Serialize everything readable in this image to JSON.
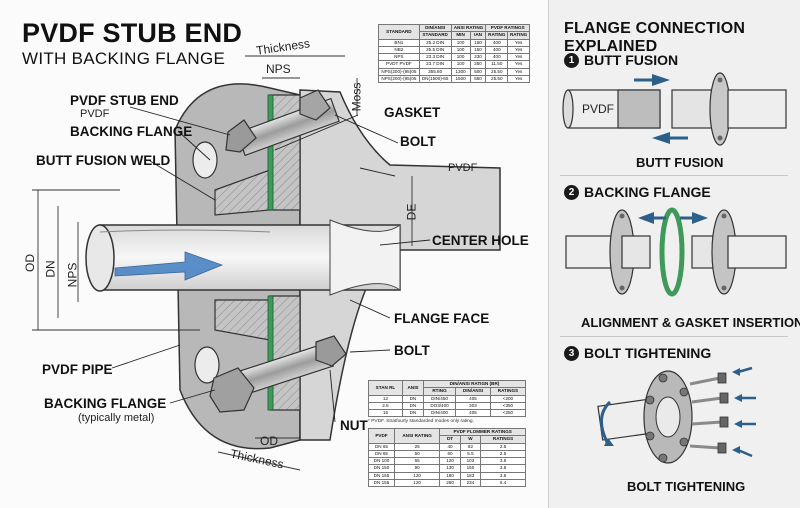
{
  "title": "PVDF STUB END",
  "subtitle": "WITH BACKING FLANGE",
  "labels": {
    "stub_end": "PVDF STUB END",
    "stub_end_sub": "PVDF",
    "backing_flange": "BACKING FLANGE",
    "butt_fusion_weld": "BUTT FUSION WELD",
    "pvdf_pipe": "PVDF PIPE",
    "backing_flange_bottom": "BACKING FLANGE",
    "typically_metal": "(typically metal)",
    "gasket": "GASKET",
    "bolt_top": "BOLT",
    "pvdf_small": "PVDF",
    "center_hole": "CENTER HOLE",
    "flange_face": "FLANGE FACE",
    "bolt_bottom": "BOLT",
    "nut": "NUT"
  },
  "dimensions": {
    "thickness_top": "Thickness",
    "nps_top": "NPS",
    "mos": "Moss",
    "de": "DE",
    "od": "OD",
    "dn": "DN",
    "nps_left": "NPS",
    "od_bottom": "OD",
    "thickness_bottom": "Thickness"
  },
  "table_top": {
    "headers": [
      "STANDARD",
      "DIN/ANSI",
      "ANSI RATING",
      "PVDF RATINGS"
    ],
    "subheaders": [
      "",
      "STANDARD",
      "MIN",
      "IAN",
      "RATING",
      "RATING"
    ],
    "rows": [
      [
        "BN1",
        "25.2 DIN",
        "100",
        "150",
        "400",
        "Yes"
      ],
      [
        "NB2",
        "25.5 DIN",
        "100",
        "150",
        "400",
        "Yes"
      ],
      [
        "NPS",
        "23.3 DIN",
        "100",
        "230",
        "400",
        "Yes"
      ],
      [
        "PVDT PVDF",
        "23.7 DIN",
        "100",
        "250",
        "11.50",
        "Yes"
      ],
      [
        "NPS(200)-(95)05",
        "355.80",
        "1300",
        "500",
        "25.50",
        "Yes"
      ],
      [
        "NPS(200)-(95)05",
        "DN(1500)-65",
        "1500",
        "550",
        "25.50",
        "Yes"
      ]
    ]
  },
  "table_mid": {
    "headers": [
      "STAN RL",
      "ANSI",
      "DIN/ANSI RATIGN (BR)"
    ],
    "subheaders": [
      "",
      "",
      "RTING",
      "DIN/ANSI",
      "RATINGS"
    ],
    "rows": [
      [
        "12",
        "DN",
        "DIN/450",
        "405",
        "<200"
      ],
      [
        "2.5",
        "DN",
        "DO3/400",
        "303",
        "<350"
      ],
      [
        "15",
        "DN",
        "DIN/400",
        "405",
        "<250"
      ]
    ],
    "note": "* PVDF. Stratfourly standarded modes only rating."
  },
  "table_bot": {
    "headers": [
      "PVDF",
      "ANSI RATING",
      "PVDF FLOMMER RATINGS"
    ],
    "subheaders": [
      "",
      "",
      "DT",
      "W",
      "RATINGS"
    ],
    "rows": [
      [
        "DN 65",
        "25",
        "40",
        "82",
        "2.5"
      ],
      [
        "DN 65",
        "50",
        "60",
        "5.5",
        "2.5"
      ],
      [
        "DN 100",
        "65",
        "120",
        "103",
        "3.6"
      ],
      [
        "DN 150",
        "90",
        "130",
        "150",
        "3.8"
      ],
      [
        "DN 155",
        "120",
        "180",
        "183",
        "3.6"
      ],
      [
        "DN 155",
        "120",
        "260",
        "234",
        "6.4"
      ]
    ]
  },
  "right": {
    "title": "FLANGE CONNECTION EXPLAINED",
    "steps": [
      {
        "num": "1",
        "label": "BUTT FUSION",
        "caption": "BUTT FUSION",
        "pipe_text": "PVDF"
      },
      {
        "num": "2",
        "label": "BACKING FLANGE",
        "caption": "ALIGNMENT & GASKET INSERTION"
      },
      {
        "num": "3",
        "label": "BOLT TIGHTENING",
        "caption": "BOLT TIGHTENING"
      }
    ]
  },
  "colors": {
    "gasket": "#3f9a5a",
    "flow_arrow": "#4a84c4",
    "metal": "#b9b9b9",
    "pipe": "#ededed",
    "step_arrow": "#2c5f8a"
  }
}
